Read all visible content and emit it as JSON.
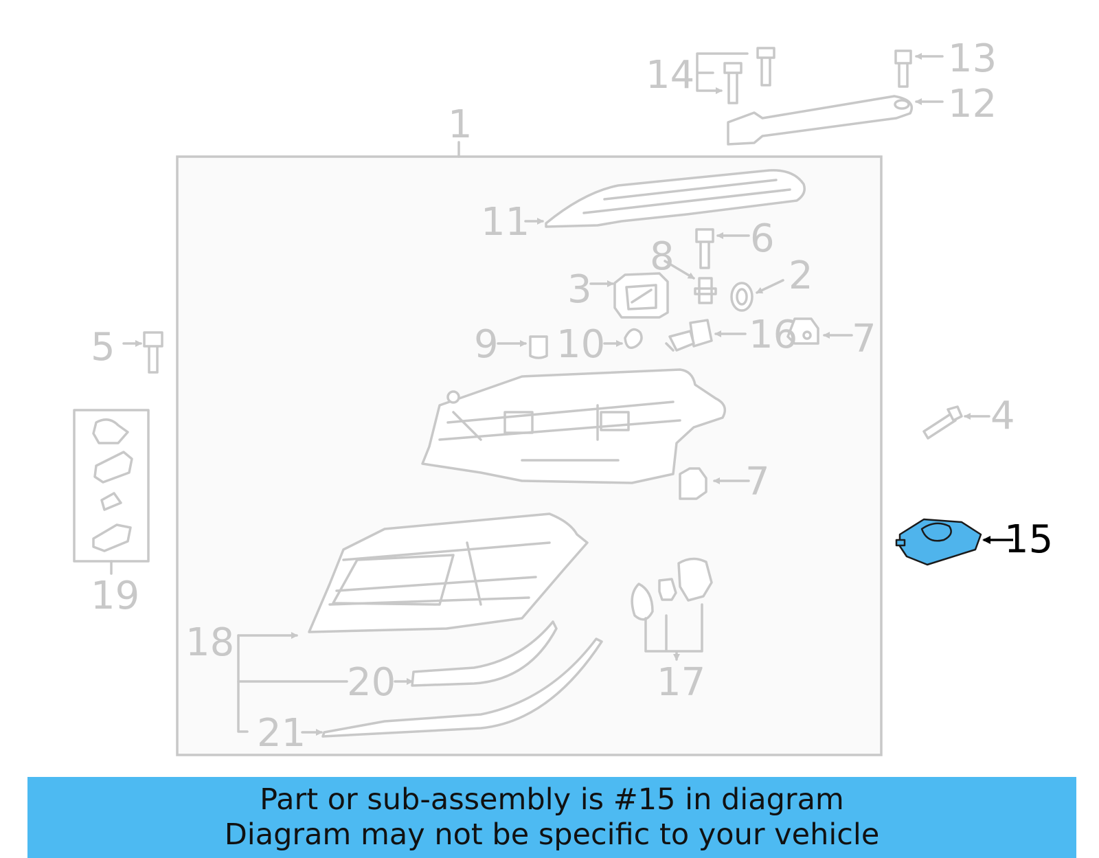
{
  "diagram": {
    "highlight_color": "#4dbaf2",
    "highlighted_part": "15",
    "callouts": {
      "c1": "1",
      "c2": "2",
      "c3": "3",
      "c4": "4",
      "c5": "5",
      "c6": "6",
      "c7a": "7",
      "c7b": "7",
      "c8": "8",
      "c9": "9",
      "c10": "10",
      "c11": "11",
      "c12": "12",
      "c13": "13",
      "c14": "14",
      "c15": "15",
      "c16": "16",
      "c17": "17",
      "c18": "18",
      "c19": "19",
      "c20": "20",
      "c21": "21"
    }
  },
  "banner": {
    "line1": "Part or sub-assembly is #15 in diagram",
    "line2": "Diagram may not be specific to your vehicle",
    "background": "#4dbaf2"
  }
}
